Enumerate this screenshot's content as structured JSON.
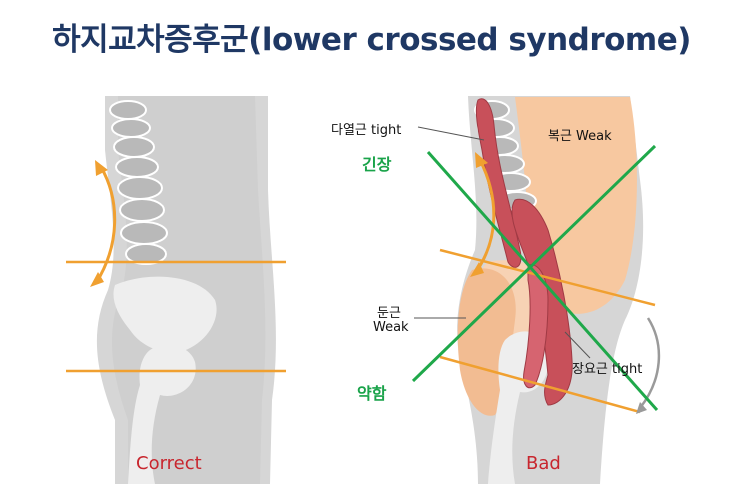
{
  "title": "하지교차증후군(lower crossed syndrome)",
  "panels": {
    "correct": {
      "caption": "Correct"
    },
    "bad": {
      "caption": "Bad",
      "labels": {
        "quadriceps": "다열근 tight",
        "tension": "긴장",
        "abdominals": "복근 Weak",
        "gluteus_1": "둔근",
        "gluteus_2": "Weak",
        "iliopsoas": "장요근 tight",
        "weakness": "약함"
      }
    }
  },
  "colors": {
    "title": "#1f3864",
    "guide_line": "#f0a030",
    "cross_line": "#1fa84a",
    "muscle": "#c8505a",
    "abdomen": "#f7c8a0",
    "bone": "#e8e8e8",
    "body": "#d6d6d6",
    "caption": "#c8262e"
  }
}
